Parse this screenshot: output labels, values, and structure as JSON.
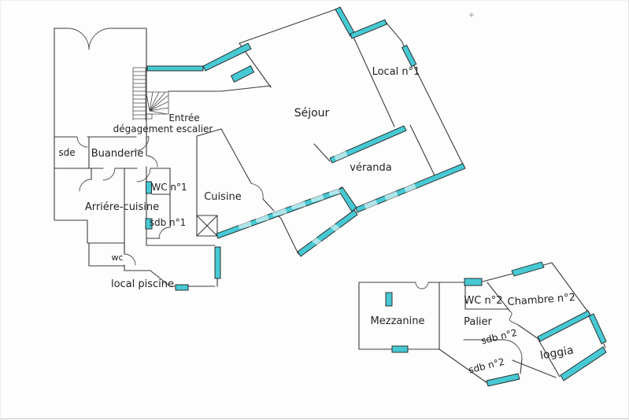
{
  "document": {
    "type": "floor-plan",
    "background": "#fdfdfd"
  },
  "colors": {
    "wall": "#3a3a3a",
    "glazing_teal": "#47c9d4",
    "label_text": "#222222",
    "watermark": "#ffffff"
  },
  "plan": {
    "ground_floor": {
      "labels": {
        "entree": "Entrée",
        "degagement": "dégagement escalier",
        "sde": "sde",
        "buanderie": "Buanderie",
        "wc1": "WC n°1",
        "arriere_cuisine": "Arriére-cuisine",
        "sdb1": "sdb n°1",
        "wc": "wc",
        "local_piscine": "local piscine",
        "cuisine": "Cuisine",
        "sejour": "Séjour",
        "local1": "Local n°1",
        "veranda": "véranda"
      }
    },
    "upper_floor": {
      "labels": {
        "mezzanine": "Mezzanine",
        "wc2": "WC n°2",
        "chambre2": "Chambre n°2",
        "palier": "Palier",
        "sdb2_a": "sdb n°2",
        "sdb2_b": "sdb n°2",
        "loggia": "loggia"
      }
    }
  }
}
